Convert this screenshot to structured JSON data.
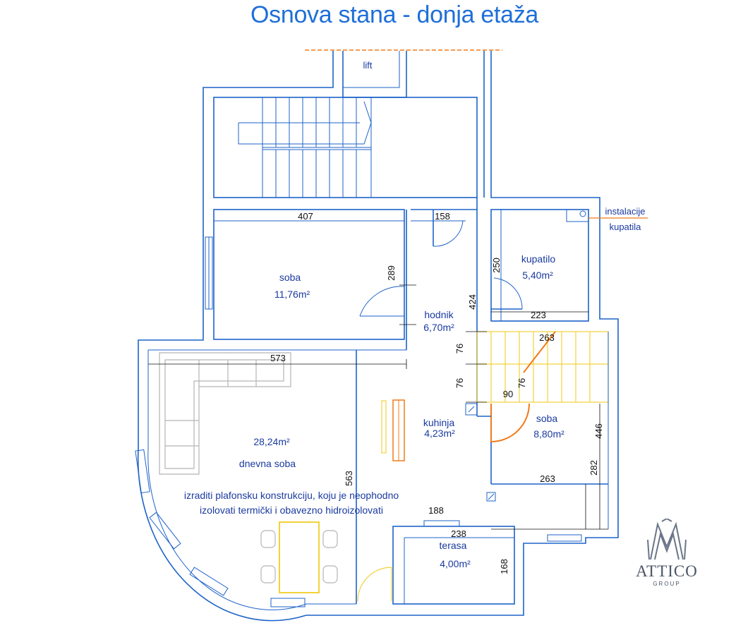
{
  "title": "Osnova stana - donja etaža",
  "colors": {
    "wall": "#1d63c9",
    "label": "#1a3aa0",
    "title": "#1e6fd8",
    "stair": "#f2d23a",
    "orange": "#f07a1a",
    "furniture": "#b4b4b4",
    "dimension": "#111111"
  },
  "rooms": {
    "lift": "lift",
    "soba_upper_name": "soba",
    "soba_upper_area": "11,76m²",
    "hodnik_name": "hodnik",
    "hodnik_area": "6,70m²",
    "kupatilo_name": "kupatilo",
    "kupatilo_area": "5,40m²",
    "dnevna_area": "28,24m²",
    "dnevna_name": "dnevna soba",
    "kuhinja_name": "kuhinja",
    "kuhinja_area": "4,23m²",
    "soba_right_name": "soba",
    "soba_right_area": "8,80m²",
    "terasa_name": "terasa",
    "terasa_area": "4,00m²"
  },
  "notes": {
    "installations_1": "instalacije",
    "installations_2": "kupatila",
    "ceiling_1": "izraditi plafonsku konstrukciju, koju je neophodno",
    "ceiling_2": "izolovati termički i obavezno hidroizolovati"
  },
  "dimensions": {
    "d407": "407",
    "d158": "158",
    "d289": "289",
    "d250": "250",
    "d424": "424",
    "d223": "223",
    "d263_top": "263",
    "d76_a": "76",
    "d76_b": "76",
    "d76_c": "76",
    "d90": "90",
    "d573": "573",
    "d446": "446",
    "d282": "282",
    "d263_bottom": "263",
    "d563": "563",
    "d188": "188",
    "d238": "238",
    "d168": "168"
  },
  "logo": {
    "name": "ATTICO",
    "sub": "GROUP"
  }
}
